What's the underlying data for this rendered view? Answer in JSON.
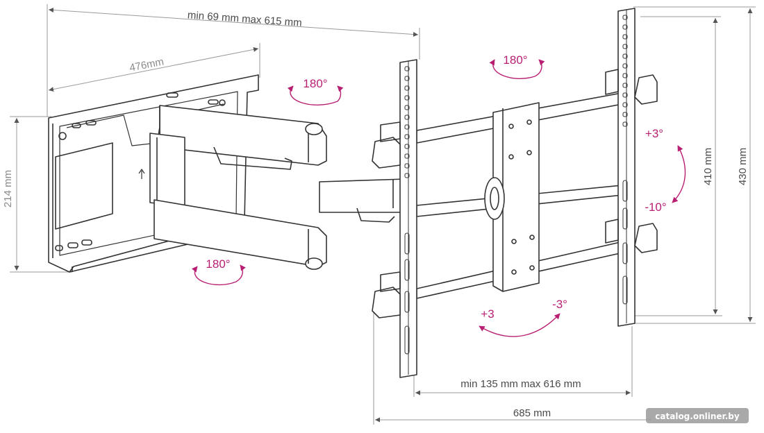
{
  "dimensions": {
    "extension_range": "min 69 mm max 615 mm",
    "wall_plate_width": "476mm",
    "wall_plate_height": "214 mm",
    "rail_spacing_range": "min 135 mm max 616 mm",
    "total_width": "685 mm",
    "inner_height": "410 mm",
    "outer_height": "430 mm"
  },
  "angles": {
    "swivel_upper_wall": "180°",
    "swivel_top_right": "180°",
    "swivel_lower_wall": "180°",
    "tilt_up": "+3°",
    "tilt_down": "-10°",
    "level_plus": "+3",
    "level_minus": "-3°"
  },
  "watermark": "catalog.onliner.by",
  "colors": {
    "angle_accent": "#b81f72",
    "line": "#333333",
    "dimension_line": "#9a9a9a"
  }
}
